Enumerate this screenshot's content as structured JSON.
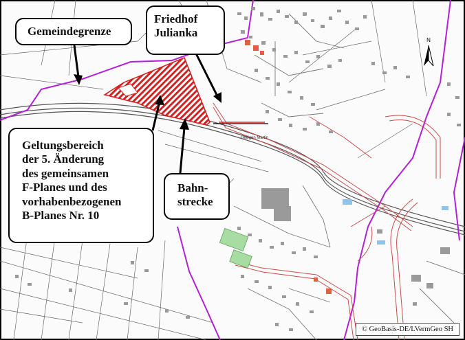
{
  "labels": {
    "gemeindegrenze": "Gemeindegrenze",
    "friedhof": [
      "Friedhof",
      "Julianka"
    ],
    "geltungsbereich": [
      "Geltungsbereich",
      "der 5. Änderung",
      "des gemeinsamen",
      "F-Planes und des",
      "vorhabenbezogenen",
      "B-Planes Nr. 10"
    ],
    "bahnstrecke": [
      "Bahn-",
      "strecke"
    ]
  },
  "north_arrow_label": "N",
  "copyright": "© GeoBasis-DE/LVermGeo SH",
  "colors": {
    "boundary": "#b21fd6",
    "plan_area": "#d32020",
    "road_outline": "#c84a4a",
    "building": "#9a9a9a",
    "water": "#8fc3ea",
    "sports_field": "#a7dca2"
  }
}
